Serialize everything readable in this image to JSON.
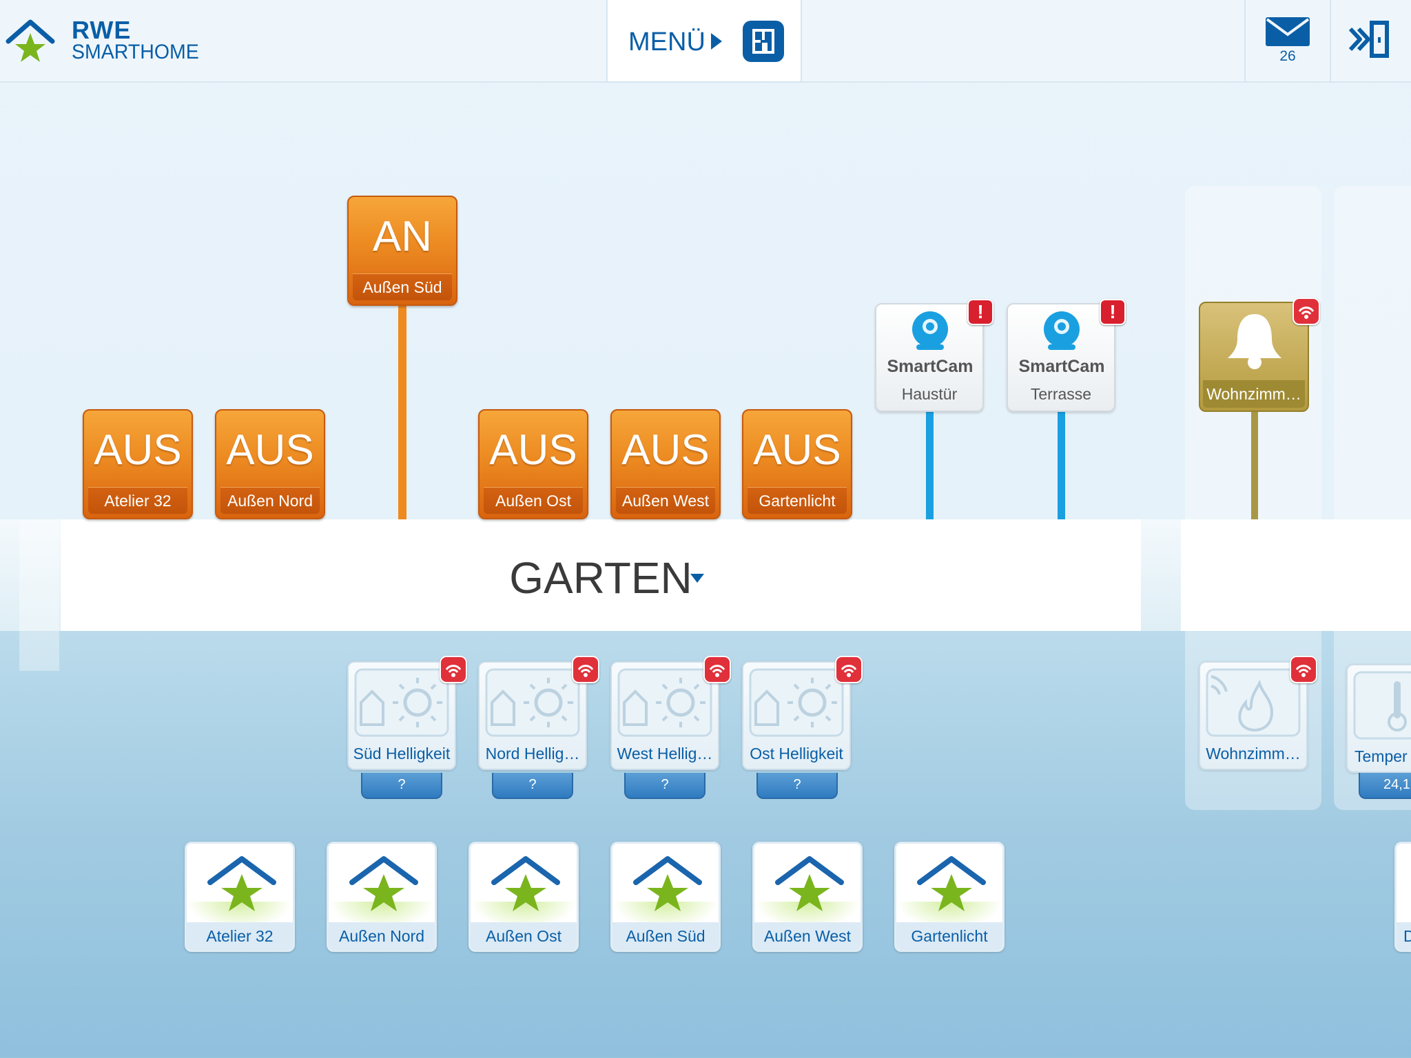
{
  "header": {
    "brand_line1": "RWE",
    "brand_line2": "SMARTHOME",
    "menu_label": "MENÜ",
    "mail_count": "26"
  },
  "room": {
    "name": "GARTEN"
  },
  "switches": [
    {
      "state": "AUS",
      "name": "Atelier 32"
    },
    {
      "state": "AUS",
      "name": "Außen Nord"
    },
    {
      "state": "AN",
      "name": "Außen Süd"
    },
    {
      "state": "AUS",
      "name": "Außen Ost"
    },
    {
      "state": "AUS",
      "name": "Außen West"
    },
    {
      "state": "AUS",
      "name": "Gartenlicht"
    }
  ],
  "cameras": [
    {
      "name": "Haustür",
      "brand": "SmartCam",
      "alert": "!"
    },
    {
      "name": "Terrasse",
      "brand": "SmartCam",
      "alert": "!"
    }
  ],
  "bell": {
    "name": "Wohnzimm…"
  },
  "sensors": [
    {
      "name": "Süd Helligkeit",
      "value": "?"
    },
    {
      "name": "Nord Hellig…",
      "value": "?"
    },
    {
      "name": "West Hellig…",
      "value": "?"
    },
    {
      "name": "Ost Helligkeit",
      "value": "?"
    }
  ],
  "right_sensors": [
    {
      "name": "Wohnzimm…"
    },
    {
      "name": "Temper",
      "value": "24,1"
    }
  ],
  "scenes": [
    {
      "name": "Atelier 32"
    },
    {
      "name": "Außen Nord"
    },
    {
      "name": "Außen Ost"
    },
    {
      "name": "Außen Süd"
    },
    {
      "name": "Außen West"
    },
    {
      "name": "Gartenlicht"
    },
    {
      "name": "D"
    }
  ],
  "colors": {
    "accent": "#0a5ea6",
    "switch_orange": "#ec8a21",
    "camera_blue": "#1aa0e0",
    "bell_gold": "#b49a3e",
    "alert_red": "#d8202e",
    "scene_green": "#7ab51d"
  },
  "icons": {
    "logo": "house-star-icon",
    "menu": "floorplan-icon",
    "mail": "envelope-icon",
    "logout": "logout-door-icon",
    "camera": "webcam-icon",
    "bell": "bell-icon",
    "sensor": "brightness-sensor-icon",
    "smoke": "smoke-detector-icon",
    "thermo": "thermometer-icon",
    "scene": "house-star-icon",
    "warning": "alert-icon",
    "signal": "wireless-signal-icon"
  }
}
